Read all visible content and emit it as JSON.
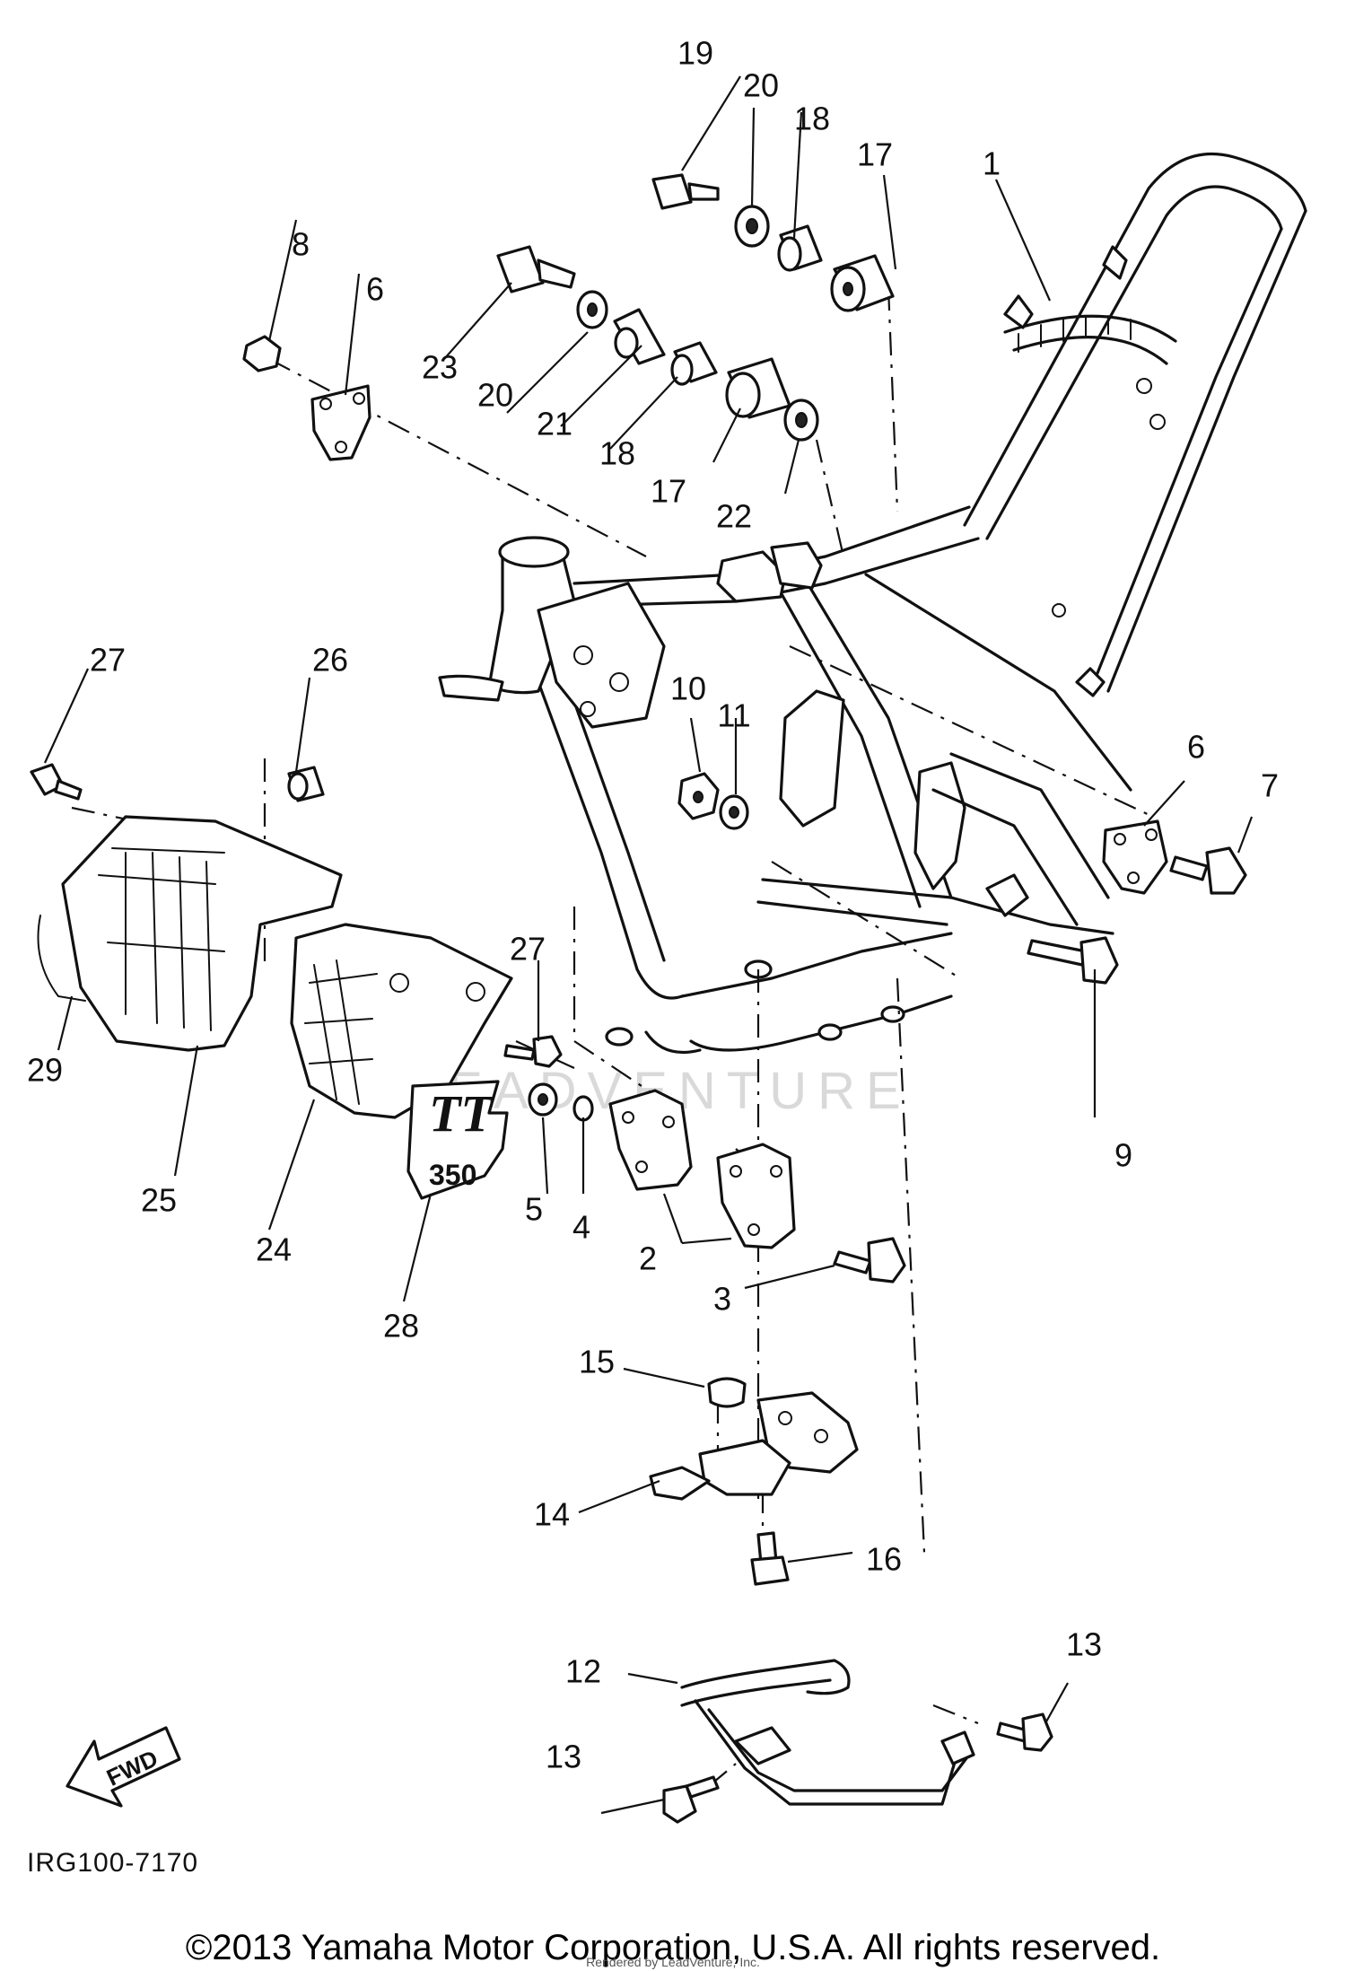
{
  "callouts": [
    {
      "id": "c1",
      "text": "1"
    },
    {
      "id": "c2",
      "text": "2"
    },
    {
      "id": "c3",
      "text": "3"
    },
    {
      "id": "c4",
      "text": "4"
    },
    {
      "id": "c5",
      "text": "5"
    },
    {
      "id": "c6a",
      "text": "6"
    },
    {
      "id": "c6b",
      "text": "6"
    },
    {
      "id": "c7",
      "text": "7"
    },
    {
      "id": "c8",
      "text": "8"
    },
    {
      "id": "c9",
      "text": "9"
    },
    {
      "id": "c10",
      "text": "10"
    },
    {
      "id": "c11",
      "text": "11"
    },
    {
      "id": "c12",
      "text": "12"
    },
    {
      "id": "c13a",
      "text": "13"
    },
    {
      "id": "c13b",
      "text": "13"
    },
    {
      "id": "c14",
      "text": "14"
    },
    {
      "id": "c15",
      "text": "15"
    },
    {
      "id": "c16",
      "text": "16"
    },
    {
      "id": "c17a",
      "text": "17"
    },
    {
      "id": "c17b",
      "text": "17"
    },
    {
      "id": "c18a",
      "text": "18"
    },
    {
      "id": "c18b",
      "text": "18"
    },
    {
      "id": "c19",
      "text": "19"
    },
    {
      "id": "c20a",
      "text": "20"
    },
    {
      "id": "c20b",
      "text": "20"
    },
    {
      "id": "c21",
      "text": "21"
    },
    {
      "id": "c22",
      "text": "22"
    },
    {
      "id": "c23",
      "text": "23"
    },
    {
      "id": "c24",
      "text": "24"
    },
    {
      "id": "c25",
      "text": "25"
    },
    {
      "id": "c26",
      "text": "26"
    },
    {
      "id": "c27a",
      "text": "27"
    },
    {
      "id": "c27b",
      "text": "27"
    },
    {
      "id": "c28",
      "text": "28"
    },
    {
      "id": "c29",
      "text": "29"
    }
  ],
  "fwd_label": "FWD",
  "decal_text": {
    "letters": "TT",
    "model": "350"
  },
  "diagram_code": "IRG100-7170",
  "watermark": "LEADVENTURE",
  "copyright": "©2013 Yamaha Motor Corporation, U.S.A. All rights reserved.",
  "credit": "Rendered by LeadVenture, Inc."
}
